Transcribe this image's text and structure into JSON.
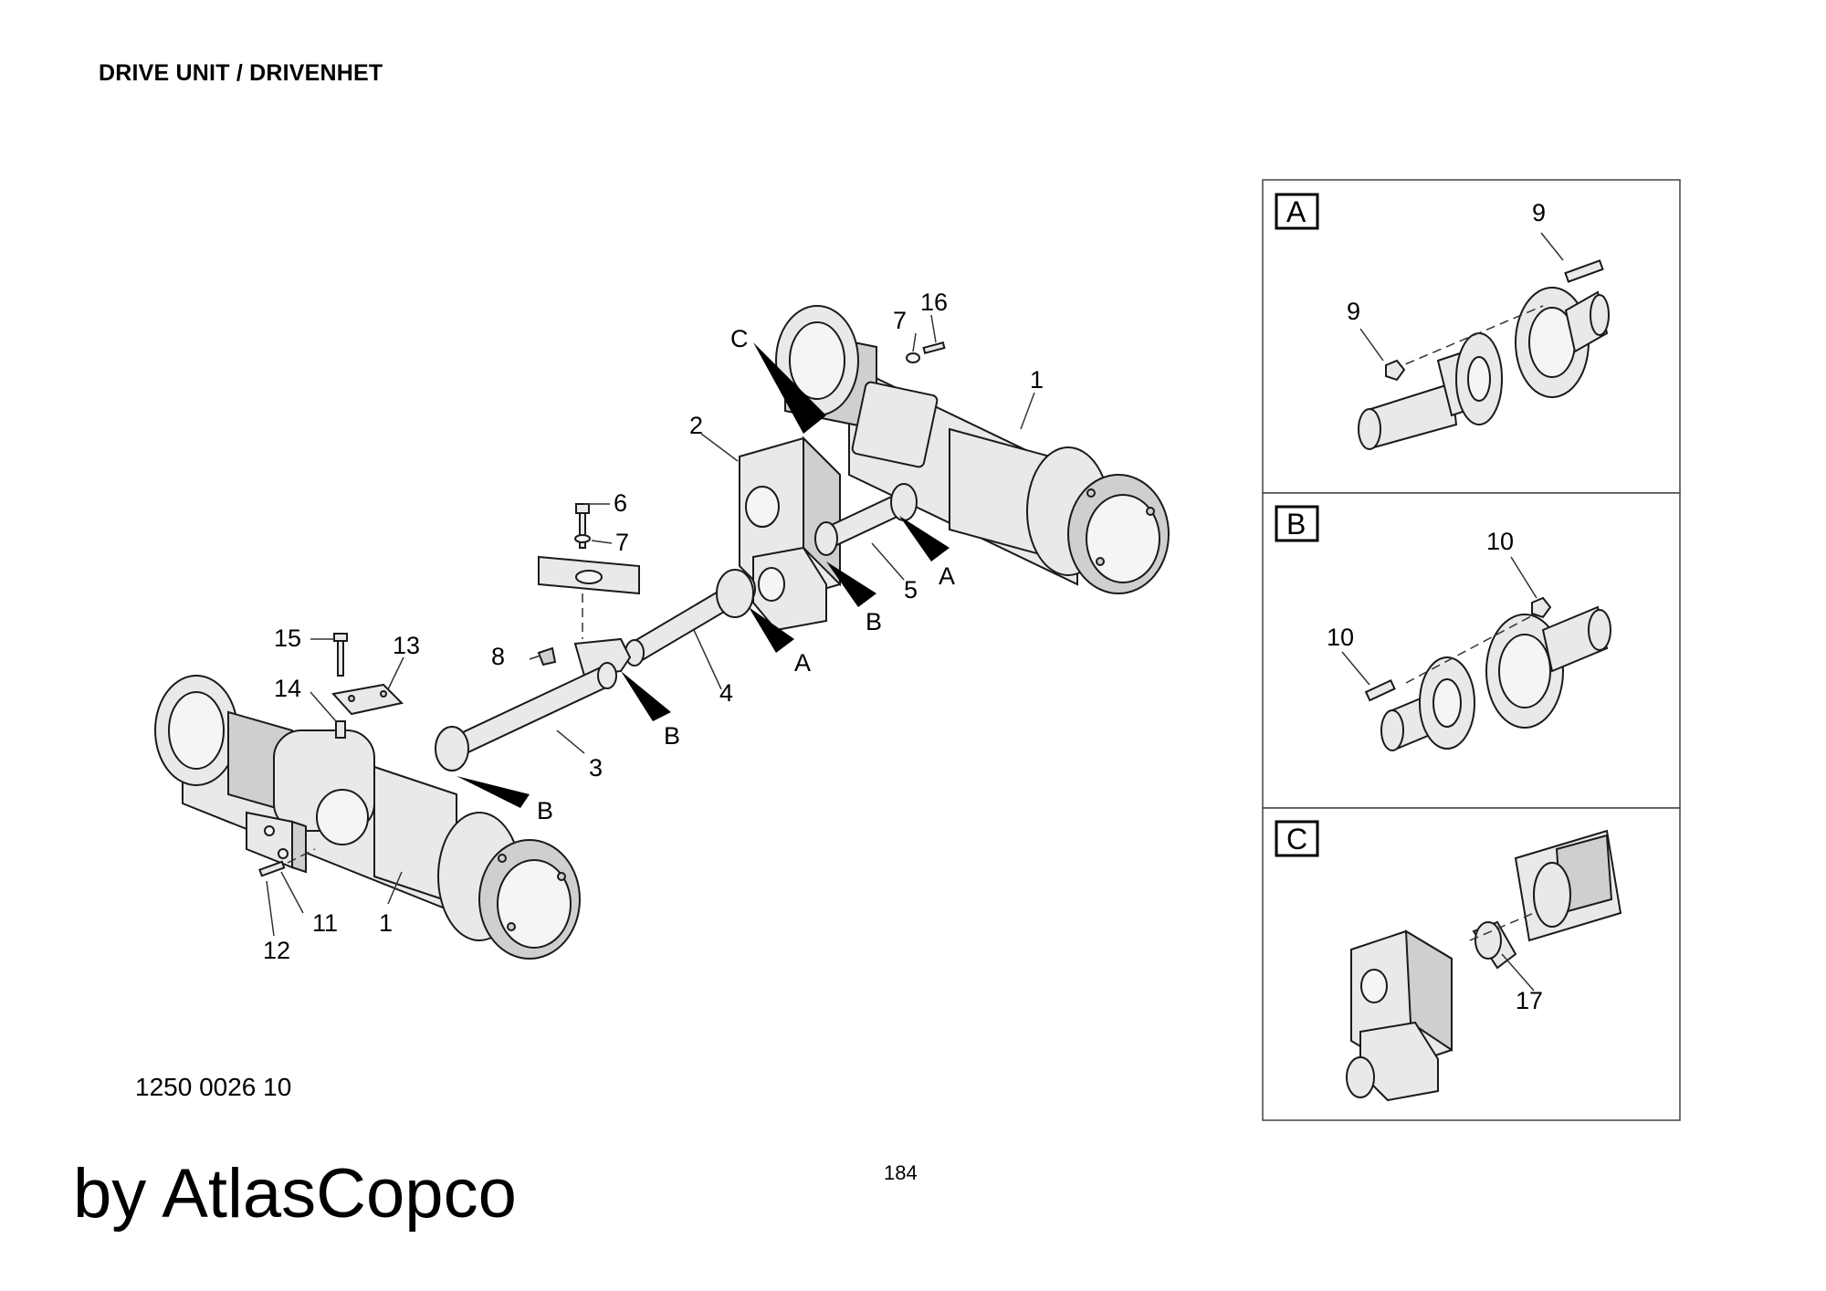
{
  "header": {
    "title": "DRIVE UNIT / DRIVENHET"
  },
  "footer": {
    "doc_number": "1250 0026 10",
    "page_number": "184",
    "credit": "by AtlasCopco"
  },
  "main_diagram": {
    "callouts": [
      "1",
      "1",
      "2",
      "3",
      "4",
      "5",
      "6",
      "7",
      "7",
      "8",
      "11",
      "12",
      "13",
      "14",
      "15",
      "16"
    ],
    "view_refs": [
      "A",
      "A",
      "B",
      "B",
      "B",
      "C"
    ]
  },
  "detail_panels": [
    {
      "tag": "A",
      "callouts": [
        "9",
        "9"
      ]
    },
    {
      "tag": "B",
      "callouts": [
        "10",
        "10"
      ]
    },
    {
      "tag": "C",
      "callouts": [
        "17"
      ]
    }
  ]
}
